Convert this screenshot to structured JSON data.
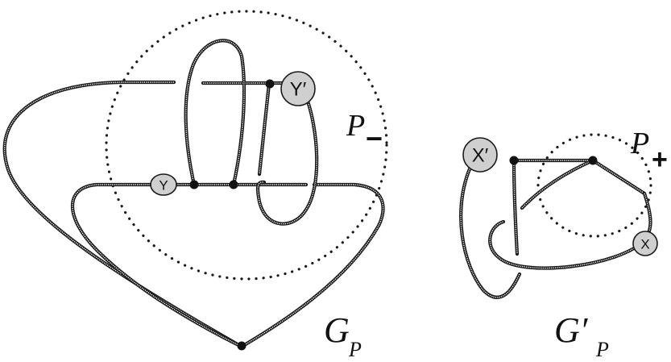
{
  "diagram": {
    "left_graph": {
      "name": "G",
      "name_sub": "P",
      "region": "P",
      "region_sign": "−",
      "nodes": {
        "y": "Y",
        "y_prime": "Y′"
      }
    },
    "right_graph": {
      "name": "G′",
      "name_sub": "P",
      "region": "P",
      "region_sign": "+",
      "nodes": {
        "x": "X",
        "x_prime": "X′"
      }
    }
  },
  "colors": {
    "ink": "#1a1a1a",
    "node_fill": "#cfcfcf",
    "background": "#ffffff"
  }
}
